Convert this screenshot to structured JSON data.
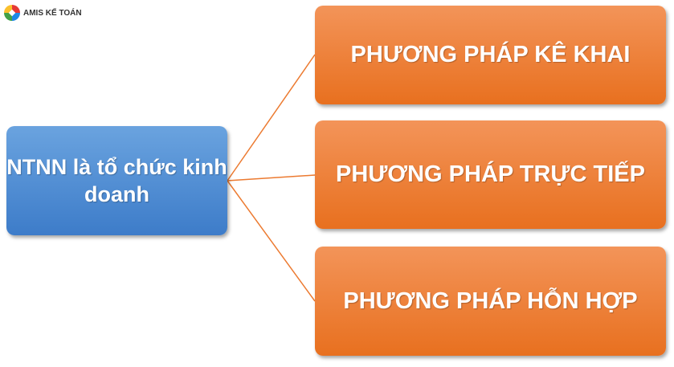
{
  "logo": {
    "text": "AMIS KẾ TOÁN"
  },
  "root": {
    "label": "NTNN là tổ chức kinh doanh"
  },
  "children": [
    {
      "label": "PHƯƠNG PHÁP KÊ KHAI"
    },
    {
      "label": "PHƯƠNG PHÁP TRỰC TIẾP"
    },
    {
      "label": "PHƯƠNG PHÁP HỖN HỢP"
    }
  ],
  "colors": {
    "root": "#4f8fd6",
    "child": "#ec7a30",
    "connector": "#ec7a30"
  }
}
